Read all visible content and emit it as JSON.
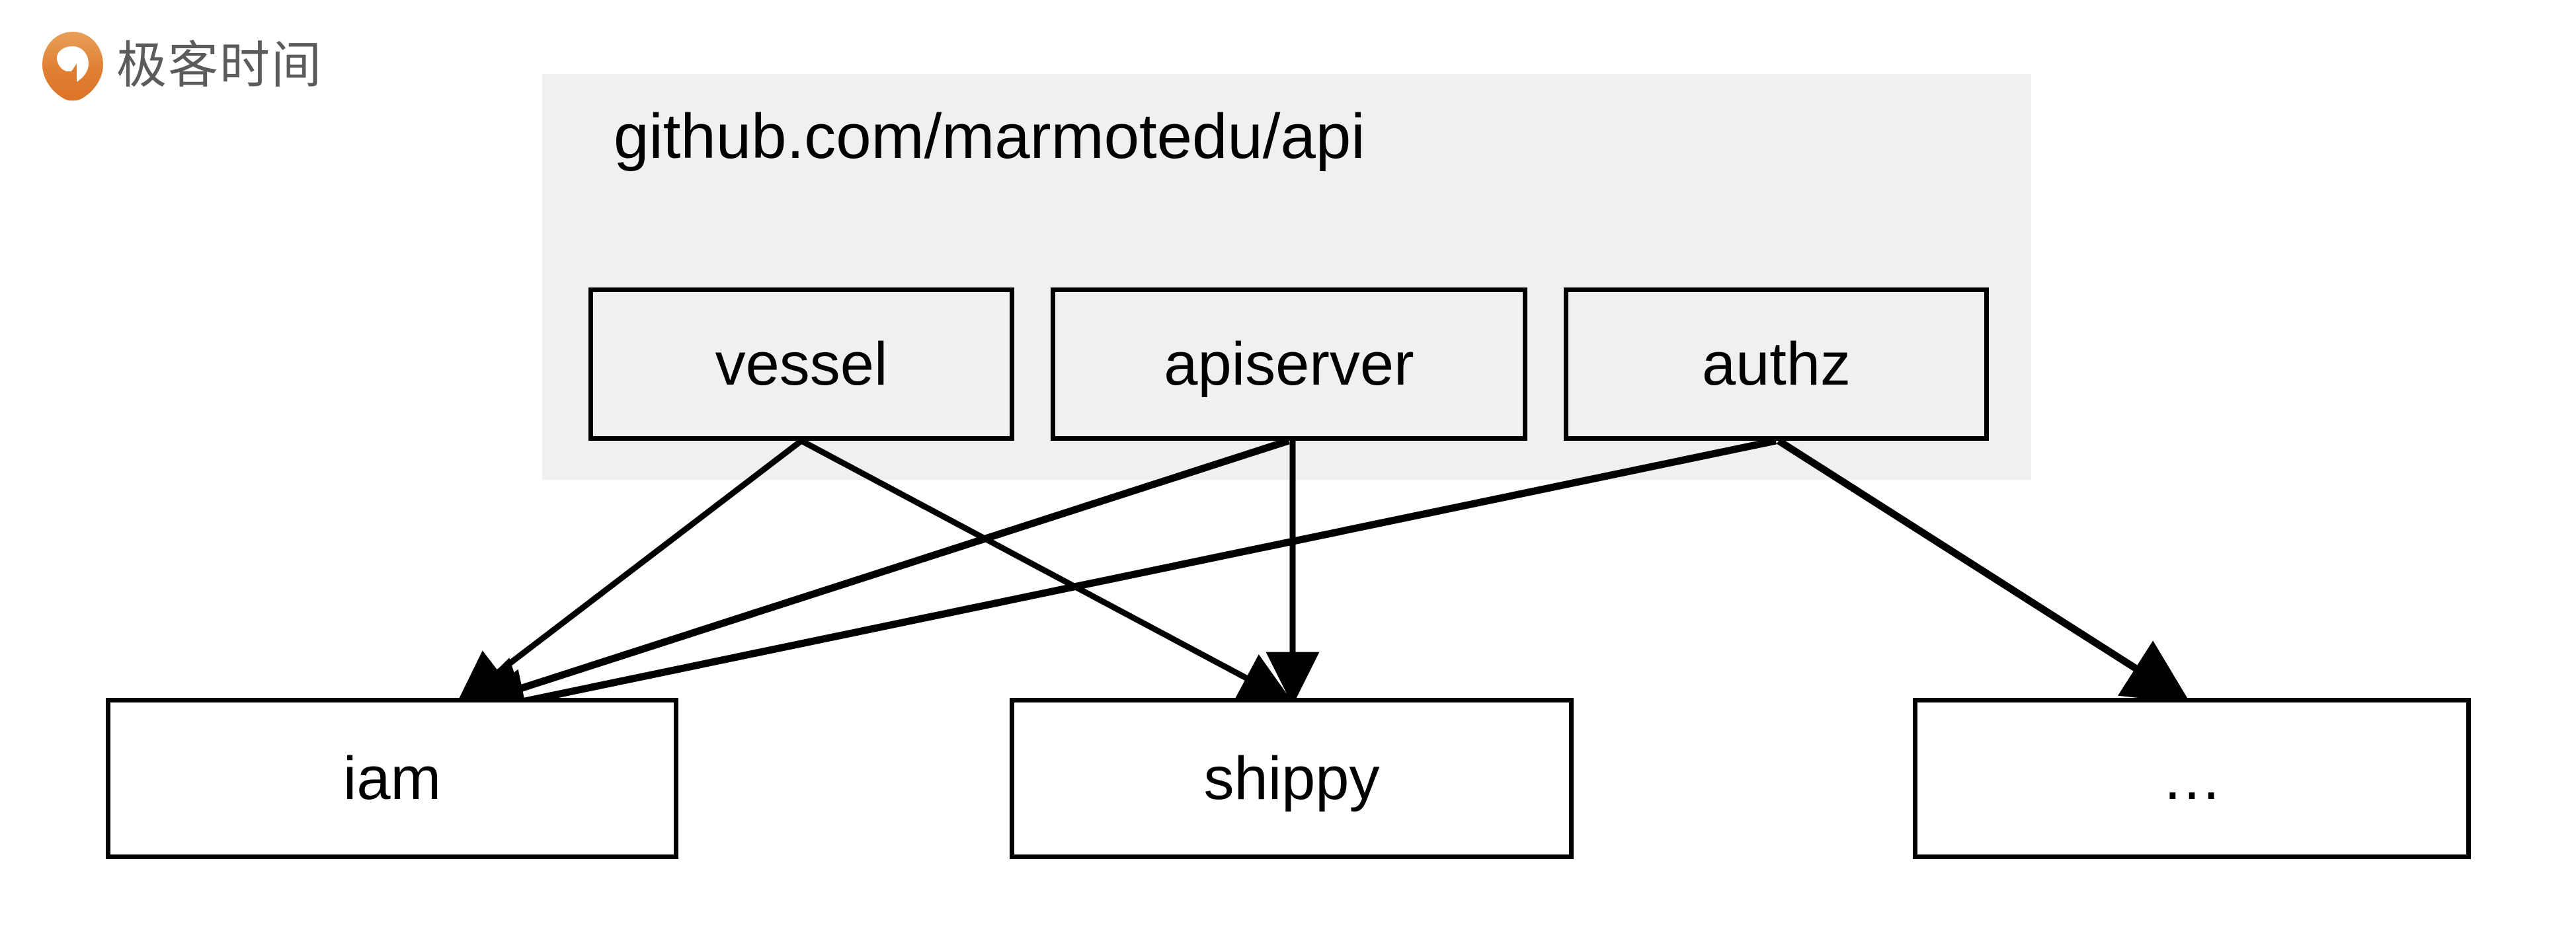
{
  "brand": {
    "name": "极客时间",
    "logo_icon": "geektime-drop-logo-icon",
    "logo_color": "#e8823a",
    "text_color": "#5b5b5b"
  },
  "diagram": {
    "type": "dependency-graph",
    "background": "#ffffff",
    "group": {
      "title": "github.com/marmotedu/api",
      "fill": "#f0f0f0",
      "members": [
        {
          "id": "vessel",
          "label": "vessel"
        },
        {
          "id": "apiserver",
          "label": "apiserver"
        },
        {
          "id": "authz",
          "label": "authz"
        }
      ]
    },
    "consumers": [
      {
        "id": "iam",
        "label": "iam"
      },
      {
        "id": "shippy",
        "label": "shippy"
      },
      {
        "id": "other",
        "label": "…"
      }
    ],
    "edges": [
      {
        "from": "vessel",
        "to": "iam"
      },
      {
        "from": "vessel",
        "to": "shippy"
      },
      {
        "from": "apiserver",
        "to": "iam"
      },
      {
        "from": "apiserver",
        "to": "shippy"
      },
      {
        "from": "authz",
        "to": "iam"
      },
      {
        "from": "authz",
        "to": "other"
      }
    ],
    "edge_color": "#000000",
    "border_color": "#000000"
  }
}
